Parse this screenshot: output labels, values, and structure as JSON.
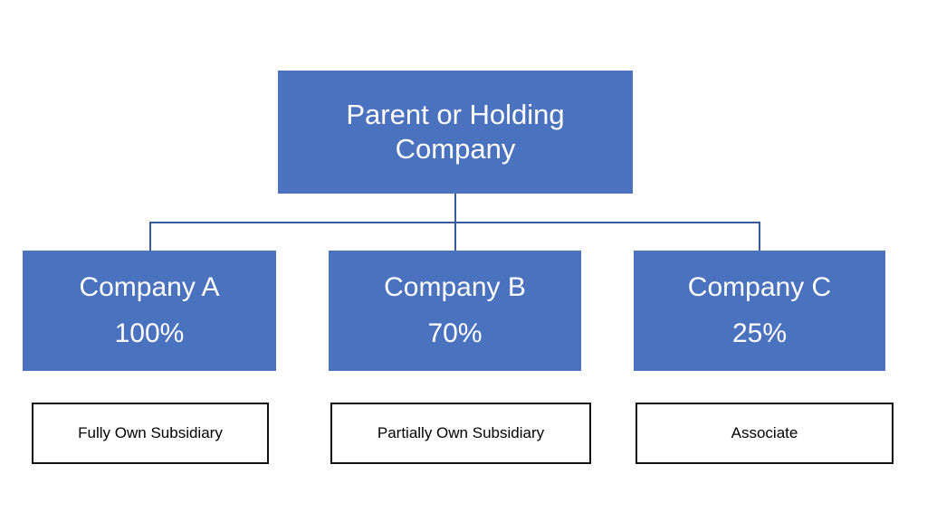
{
  "diagram": {
    "type": "organizational-hierarchy-chart",
    "accent_color": "#4A72BE",
    "connector_color": "#3A5A9B",
    "caption_border_color": "#111111",
    "background_color": "#FFFFFF",
    "root": {
      "label": "Parent or Holding Company",
      "line_1": "Parent or Holding",
      "line_2": "Company"
    },
    "children": [
      {
        "name": "Company A",
        "ownership": "100%",
        "caption": "Fully Own Subsidiary"
      },
      {
        "name": "Company B",
        "ownership": "70%",
        "caption": "Partially Own Subsidiary"
      },
      {
        "name": "Company C",
        "ownership": "25%",
        "caption": "Associate"
      }
    ]
  }
}
